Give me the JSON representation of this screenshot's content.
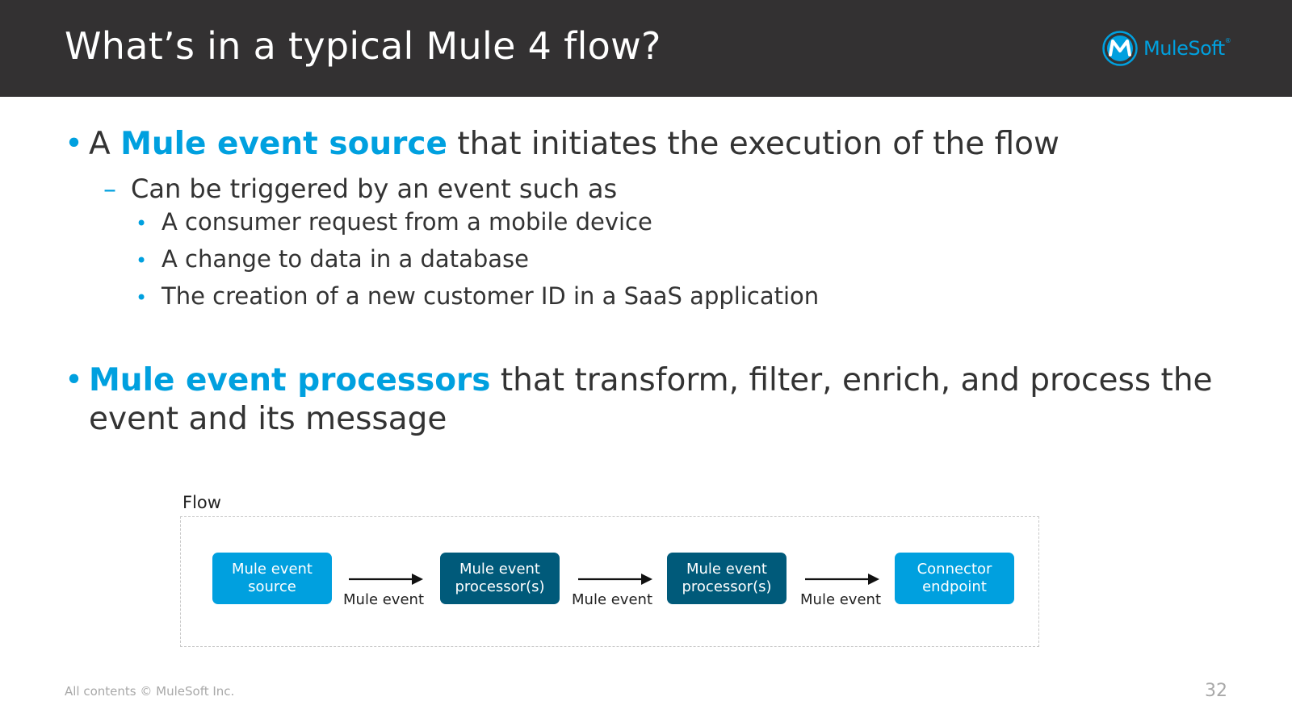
{
  "header": {
    "title": "What’s in a typical Mule 4 flow?",
    "logo_text": "MuleSoft",
    "brand_color": "#00a0df",
    "background_color": "#333132"
  },
  "bullet1": {
    "prefix": "A ",
    "highlight": "Mule event source",
    "suffix": " that initiates the execution of the flow",
    "sub": {
      "text": "Can be triggered by an event such as",
      "items": [
        "A consumer request from a mobile device",
        "A change to data in a database",
        "The creation of a new customer ID in a SaaS application"
      ]
    }
  },
  "bullet2": {
    "highlight": "Mule event processors",
    "suffix": " that transform, filter, enrich, and process the event and its message"
  },
  "diagram": {
    "label": "Flow",
    "nodes": [
      {
        "label": "Mule event source",
        "color": "#00a0df"
      },
      {
        "label": "Mule event processor(s)",
        "color": "#005a7a"
      },
      {
        "label": "Mule event processor(s)",
        "color": "#005a7a"
      },
      {
        "label": "Connector endpoint",
        "color": "#00a0df"
      }
    ],
    "edges": [
      "Mule event",
      "Mule event",
      "Mule event"
    ]
  },
  "footer": {
    "copyright": "All contents © MuleSoft Inc.",
    "page_number": "32"
  }
}
